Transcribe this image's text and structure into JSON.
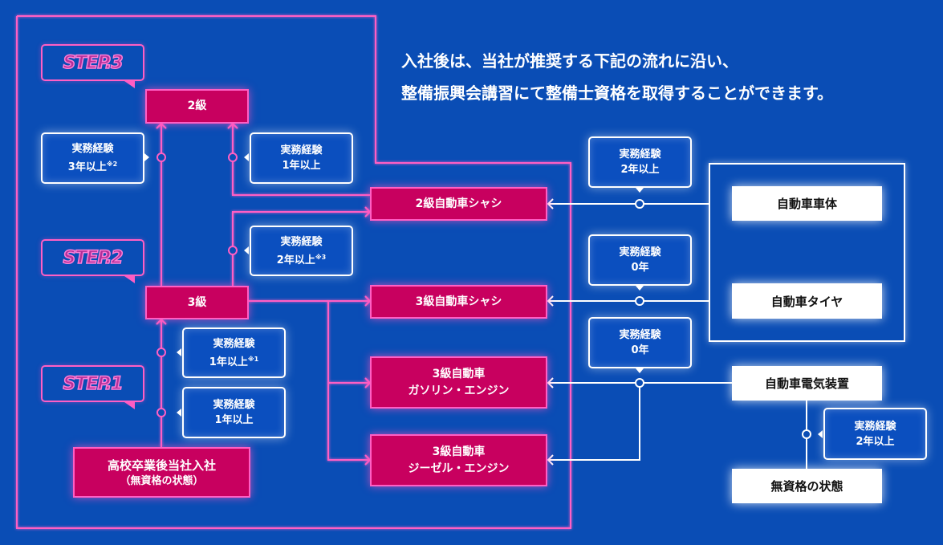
{
  "headline": {
    "line1": "入社後は、当社が推奨する下記の流れに沿い、",
    "line2": "整備振興会講習にて整備士資格を取得することができます。"
  },
  "steps": [
    {
      "label": "STEP.3"
    },
    {
      "label": "STEP.2"
    },
    {
      "label": "STEP.1"
    }
  ],
  "grades": {
    "grade2": "2級",
    "grade3": "3級",
    "start_line1": "高校卒業後当社入社",
    "start_line2": "（無資格の状態）"
  },
  "experience_label": "実務経験",
  "experiences": {
    "to_g2_left": {
      "years": "3年以上",
      "note": "※2"
    },
    "to_g2_right": {
      "years": "1年以上",
      "note": ""
    },
    "g3_to_2chassis": {
      "years": "2年以上",
      "note": "※3"
    },
    "to_g3": {
      "years": "1年以上",
      "note": "※1"
    },
    "start": {
      "years": "1年以上",
      "note": ""
    },
    "right_2chassis": {
      "years": "2年以上",
      "note": ""
    },
    "right_3chassis": {
      "years": "0年",
      "note": ""
    },
    "right_engines": {
      "years": "0年",
      "note": ""
    },
    "electric": {
      "years": "2年以上",
      "note": ""
    }
  },
  "certifications": {
    "chassis2": "2級自動車シャシ",
    "chassis3": "3級自動車シャシ",
    "gasoline_line1": "3級自動車",
    "gasoline_line2": "ガソリン・エンジン",
    "diesel_line1": "3級自動車",
    "diesel_line2": "ジーゼル・エンジン"
  },
  "specialties": {
    "body": "自動車車体",
    "tire": "自動車タイヤ",
    "electric": "自動車電気装置",
    "unqualified": "無資格の状態"
  },
  "colors": {
    "background": "#0a4db5",
    "pink_line": "#ff5fc4",
    "pink_fill": "#c8005f",
    "white": "#ffffff"
  }
}
